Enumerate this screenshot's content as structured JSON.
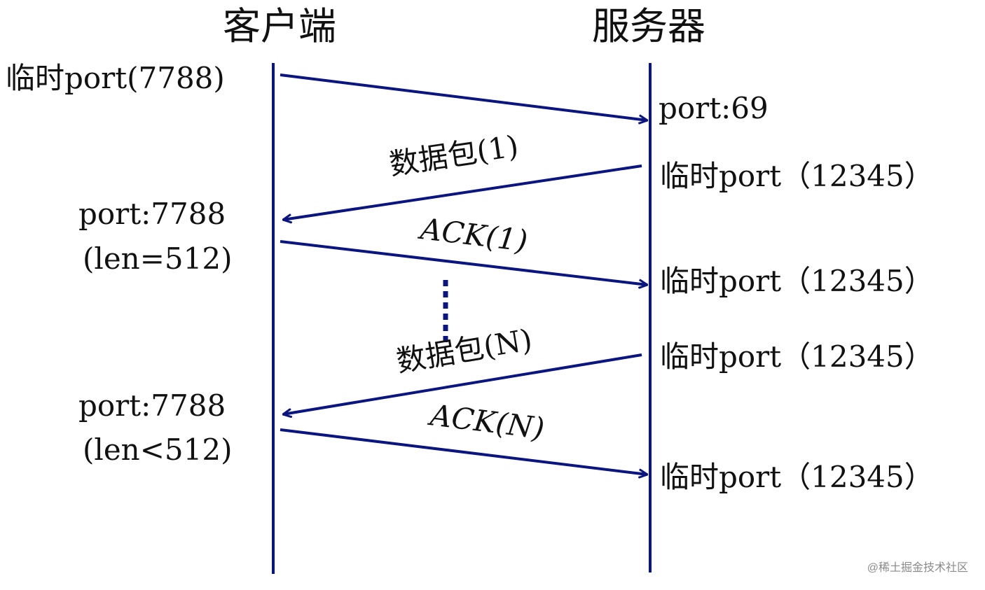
{
  "colors": {
    "line": "#0a1580",
    "text": "#111111",
    "watermark": "#8a8a8a",
    "background": "#ffffff"
  },
  "participants": {
    "client": "客户端",
    "server": "服务器"
  },
  "client_labels": {
    "temp_port": "临时port(7788)",
    "port_1": "port:7788",
    "len_1": "(len=512)",
    "port_2": "port:7788",
    "len_2": "(len<512)"
  },
  "server_labels": {
    "port_69": "port:69",
    "temp_port_1": "临时port（12345）",
    "temp_port_2": "临时port（12345）",
    "temp_port_3": "临时port（12345）",
    "temp_port_4": "临时port（12345）"
  },
  "messages": {
    "data_1": "数据包(1)",
    "ack_1": "ACK(1)",
    "data_n": "数据包(N)",
    "ack_n": "ACK(N)"
  },
  "watermark": "@稀土掘金技术社区"
}
